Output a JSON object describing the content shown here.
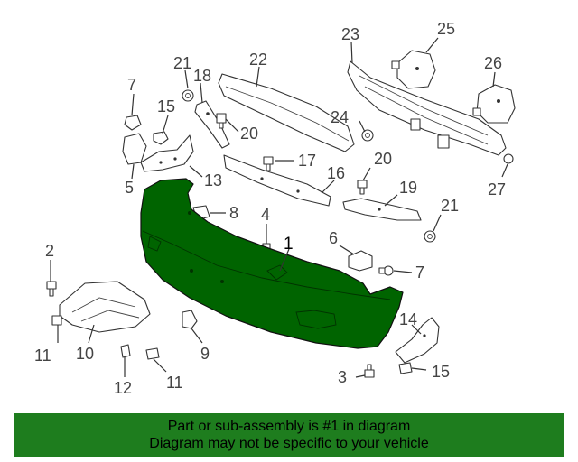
{
  "callouts": {
    "c1": "1",
    "c2": "2",
    "c3": "3",
    "c4": "4",
    "c5": "5",
    "c6": "6",
    "c7a": "7",
    "c7b": "7",
    "c8": "8",
    "c9": "9",
    "c10": "10",
    "c11a": "11",
    "c11b": "11",
    "c12": "12",
    "c13": "13",
    "c14": "14",
    "c15a": "15",
    "c15b": "15",
    "c16": "16",
    "c17": "17",
    "c18": "18",
    "c19": "19",
    "c20a": "20",
    "c20b": "20",
    "c21a": "21",
    "c21b": "21",
    "c22": "22",
    "c23": "23",
    "c24": "24",
    "c25": "25",
    "c26": "26",
    "c27": "27"
  },
  "banner": {
    "line1": "Part or sub-assembly is #1 in diagram",
    "line2": "Diagram may not be specific to your vehicle"
  },
  "colors": {
    "highlight_fill": "#006400",
    "banner_background": "#1e7d1e",
    "line": "#333333"
  }
}
